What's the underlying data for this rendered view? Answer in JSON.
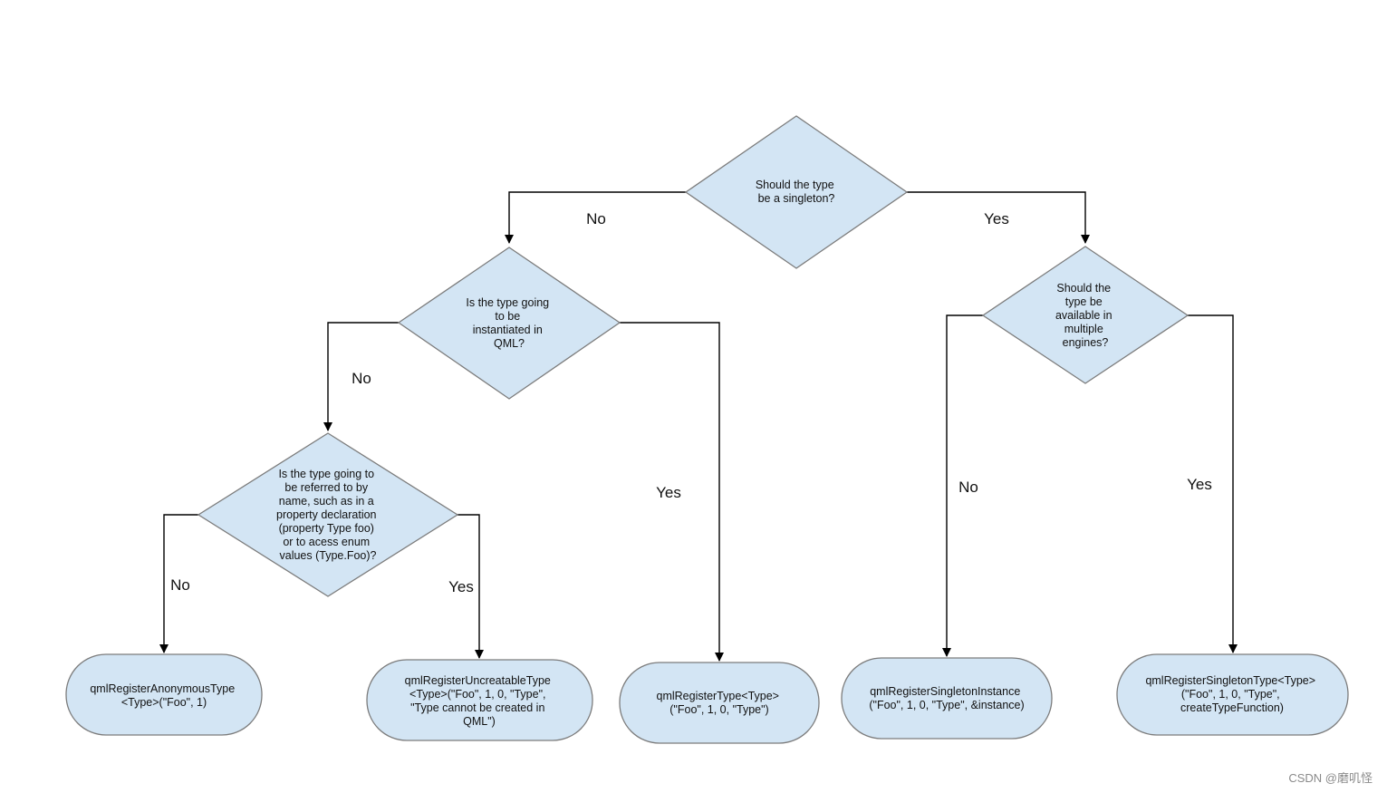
{
  "decisions": {
    "singleton": [
      "Should the type",
      "be a singleton?"
    ],
    "instantiated": [
      "Is the type going",
      "to be",
      "instantiated in",
      "QML?"
    ],
    "multiple_engines": [
      "Should the",
      "type be",
      "available in",
      "multiple",
      "engines?"
    ],
    "referred_by_name": [
      "Is the type going to",
      "be referred to by",
      "name, such as in a",
      "property declaration",
      "(property Type foo)",
      "or to acess enum",
      "values (Type.Foo)?"
    ]
  },
  "outcomes": {
    "anonymous": [
      "qmlRegisterAnonymousType",
      "<Type>(\"Foo\", 1)"
    ],
    "uncreatable": [
      "qmlRegisterUncreatableType",
      "<Type>(\"Foo\", 1, 0, \"Type\",",
      "\"Type cannot be created in",
      "QML\")"
    ],
    "register_type": [
      "qmlRegisterType<Type>",
      "(\"Foo\", 1, 0, \"Type\")"
    ],
    "singleton_instance": [
      "qmlRegisterSingletonInstance",
      "(\"Foo\", 1, 0, \"Type\", &instance)"
    ],
    "singleton_type": [
      "qmlRegisterSingletonType<Type>",
      "(\"Foo\", 1, 0, \"Type\",",
      "createTypeFunction)"
    ]
  },
  "edge_labels": {
    "singleton_no": "No",
    "singleton_yes": "Yes",
    "instantiated_no": "No",
    "instantiated_yes": "Yes",
    "engines_no": "No",
    "engines_yes": "Yes",
    "referred_no": "No",
    "referred_yes": "Yes"
  },
  "watermark": "CSDN @磨叽怪"
}
